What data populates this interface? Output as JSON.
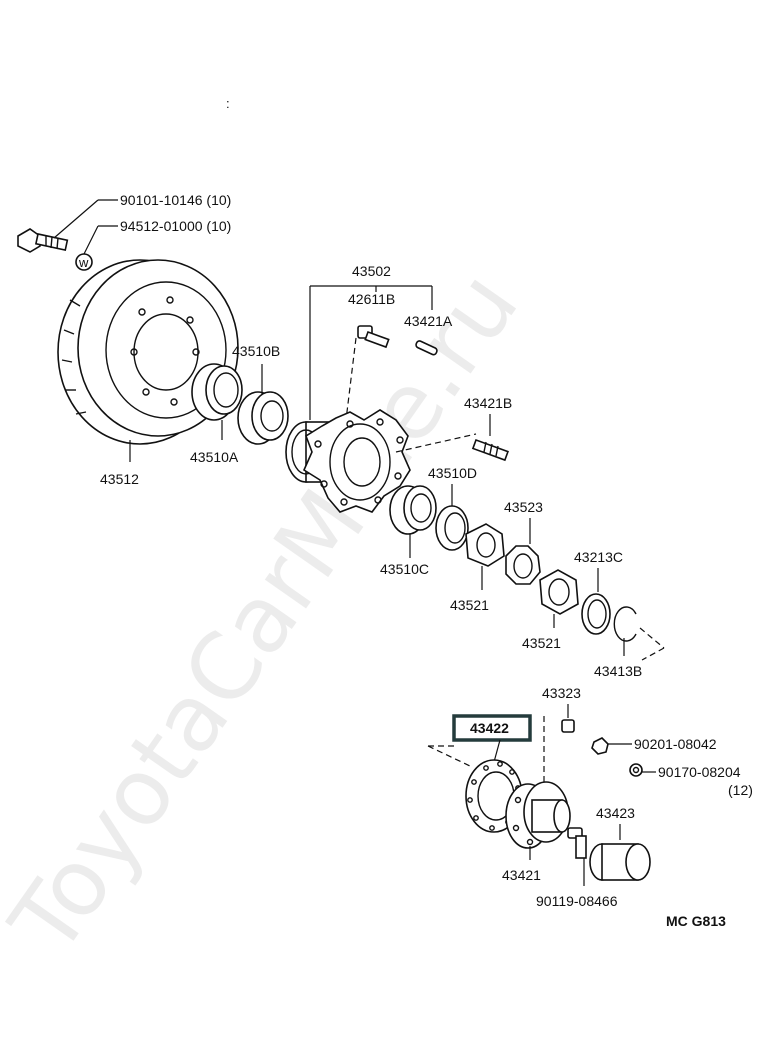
{
  "diagram": {
    "watermark": "ToyotaCarMine.ru",
    "code": "MC  G813",
    "labels": {
      "p90101": "90101-10146 (10)",
      "p94512": "94512-01000 (10)",
      "p43502": "43502",
      "p42611B": "42611B",
      "p43421A": "43421A",
      "p43510B": "43510B",
      "p43421B": "43421B",
      "p43510A": "43510A",
      "p43512": "43512",
      "p43510D": "43510D",
      "p43523": "43523",
      "p43213C": "43213C",
      "p43510C": "43510C",
      "p43521a": "43521",
      "p43521b": "43521",
      "p43413B": "43413B",
      "p43323": "43323",
      "p43422": "43422",
      "p90201": "90201-08042",
      "p90170": "90170-08204",
      "p90170qty": "(12)",
      "p43423": "43423",
      "p43421": "43421",
      "p90119": "90119-08466"
    }
  }
}
